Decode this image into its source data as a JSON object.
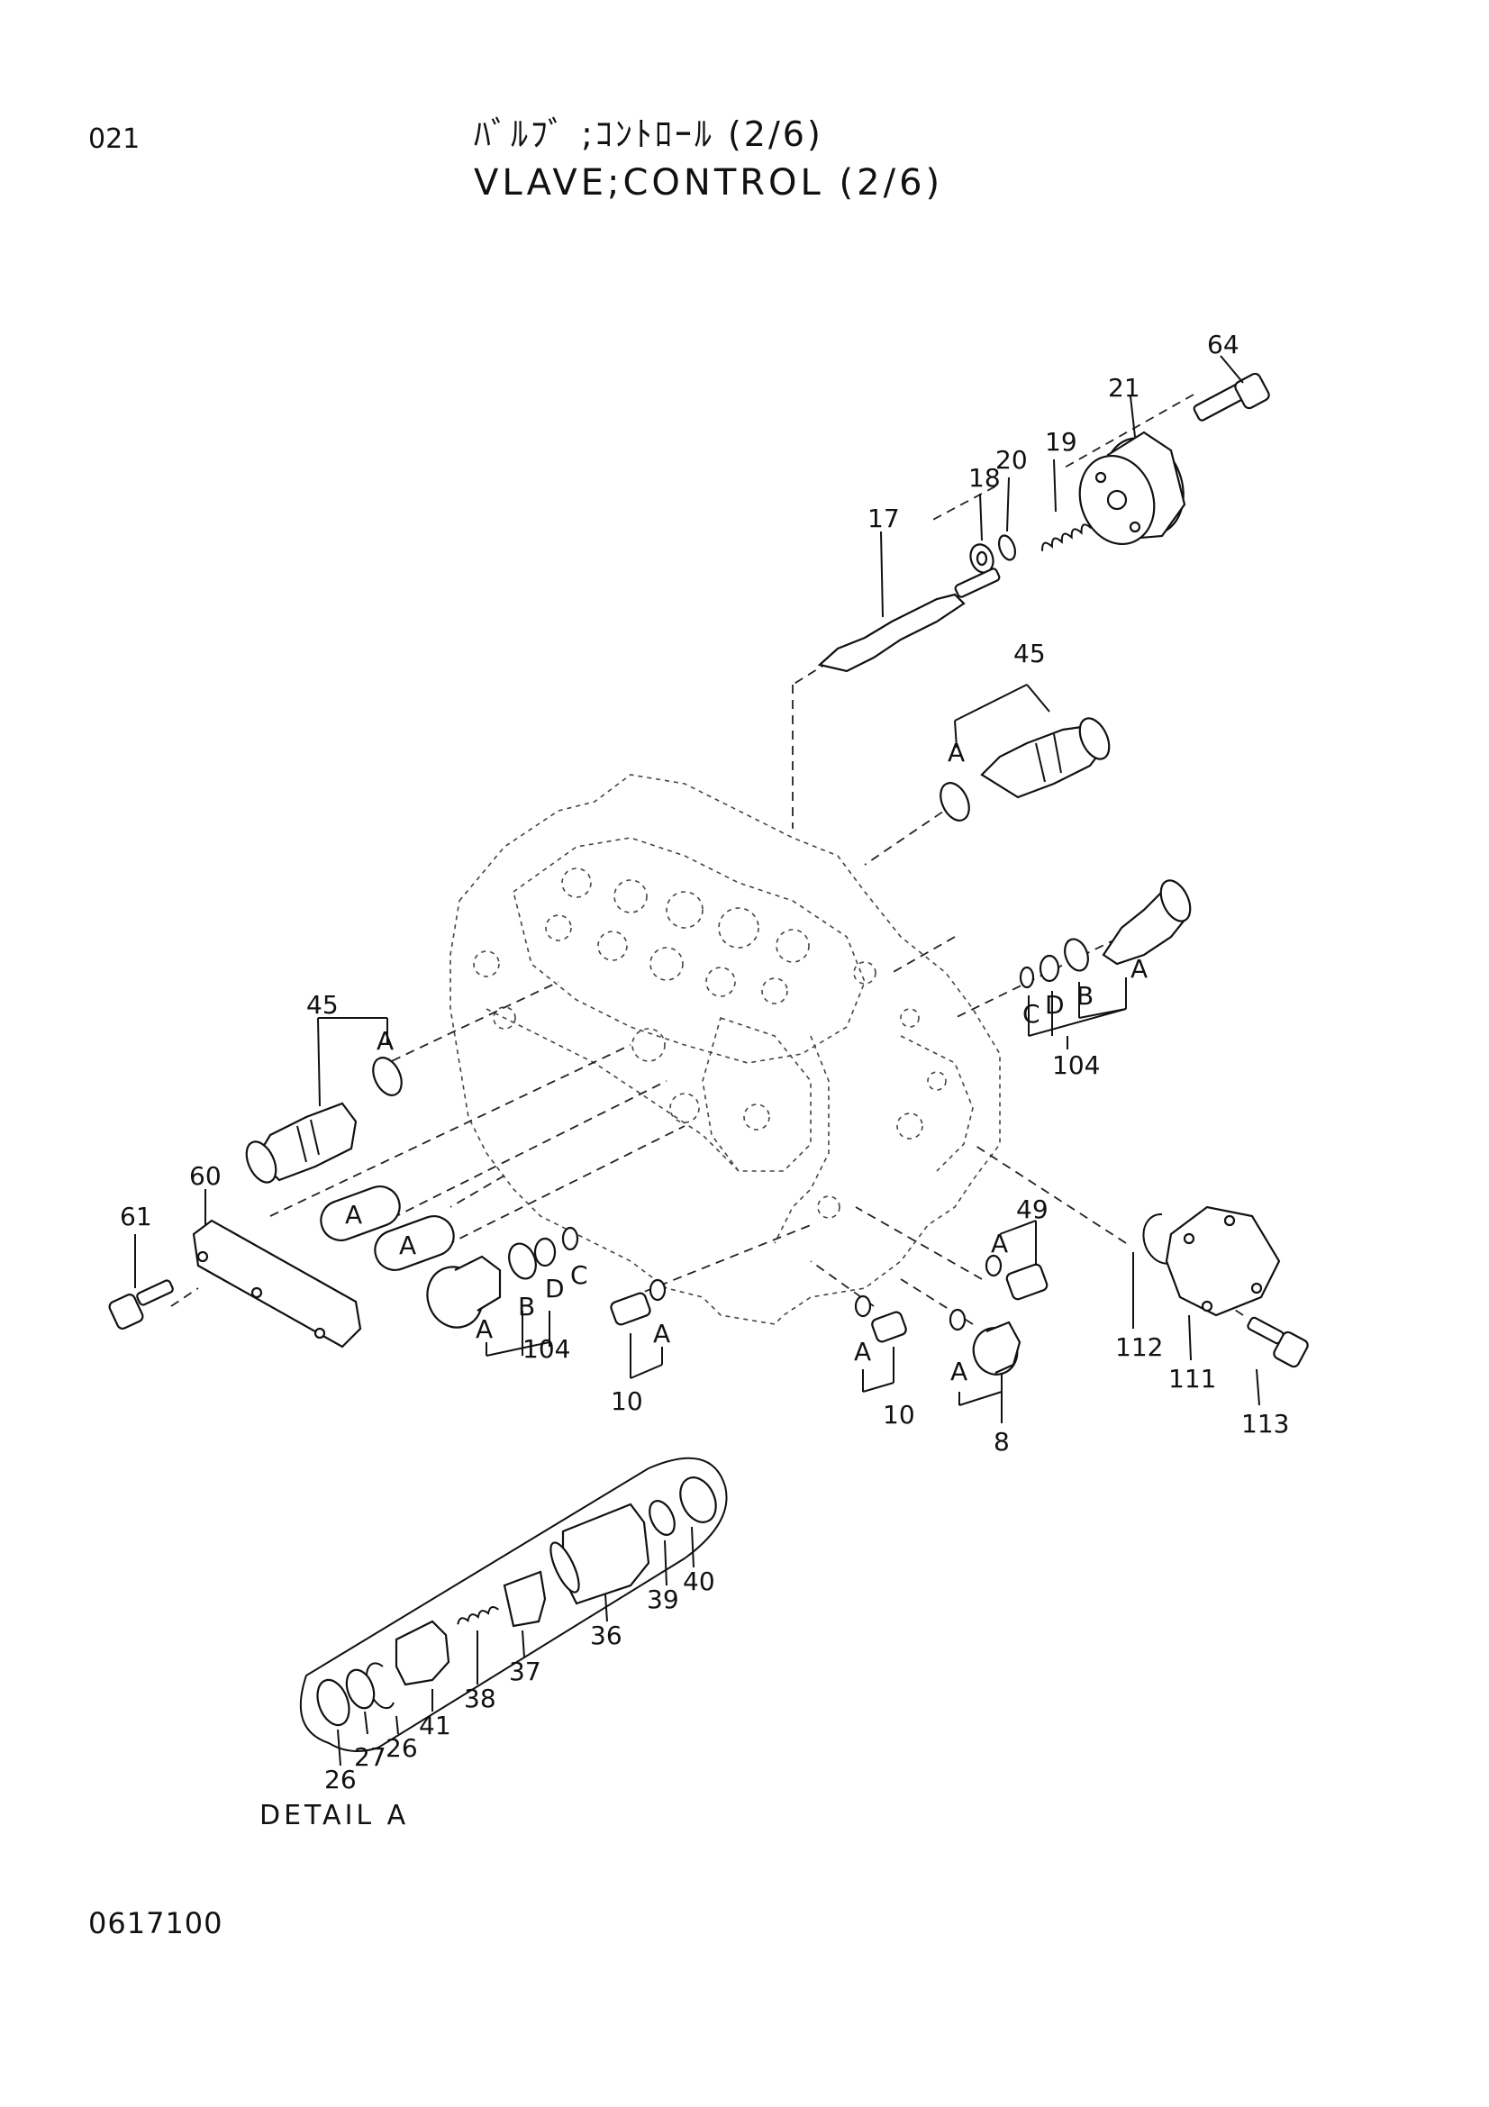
{
  "header": {
    "page_number": "021",
    "title_jp": "ﾊﾞﾙﾌﾞ ;ｺﾝﾄﾛｰﾙ (2/6)",
    "title_en": "VLAVE;CONTROL (2/6)"
  },
  "callouts": {
    "p64": "64",
    "p21": "21",
    "p19": "19",
    "p20": "20",
    "p18": "18",
    "p17": "17",
    "p45_top": "45",
    "a_45_top": "A",
    "a_104_right": "A",
    "c_104_right": "C",
    "d_104_right": "D",
    "b_104_right": "B",
    "p104_right": "104",
    "p45_left": "45",
    "a_45_left": "A",
    "p60": "60",
    "p61": "61",
    "a_cap1": "A",
    "a_cap2": "A",
    "b_104_left": "B",
    "d_104_left": "D",
    "c_104_left": "C",
    "a_104_left": "A",
    "p104_left": "104",
    "a_10_left": "A",
    "p10_left": "10",
    "a_10_right": "A",
    "p10_right": "10",
    "p49": "49",
    "a_49": "A",
    "a_8": "A",
    "p8": "8",
    "p112": "112",
    "p111": "111",
    "p113": "113",
    "p40": "40",
    "p39": "39",
    "p36": "36",
    "p37": "37",
    "p38": "38",
    "p41": "41",
    "p26a": "26",
    "p27": "27",
    "p26b": "26"
  },
  "detail_label": "DETAIL A",
  "drawing_number": "0617100"
}
